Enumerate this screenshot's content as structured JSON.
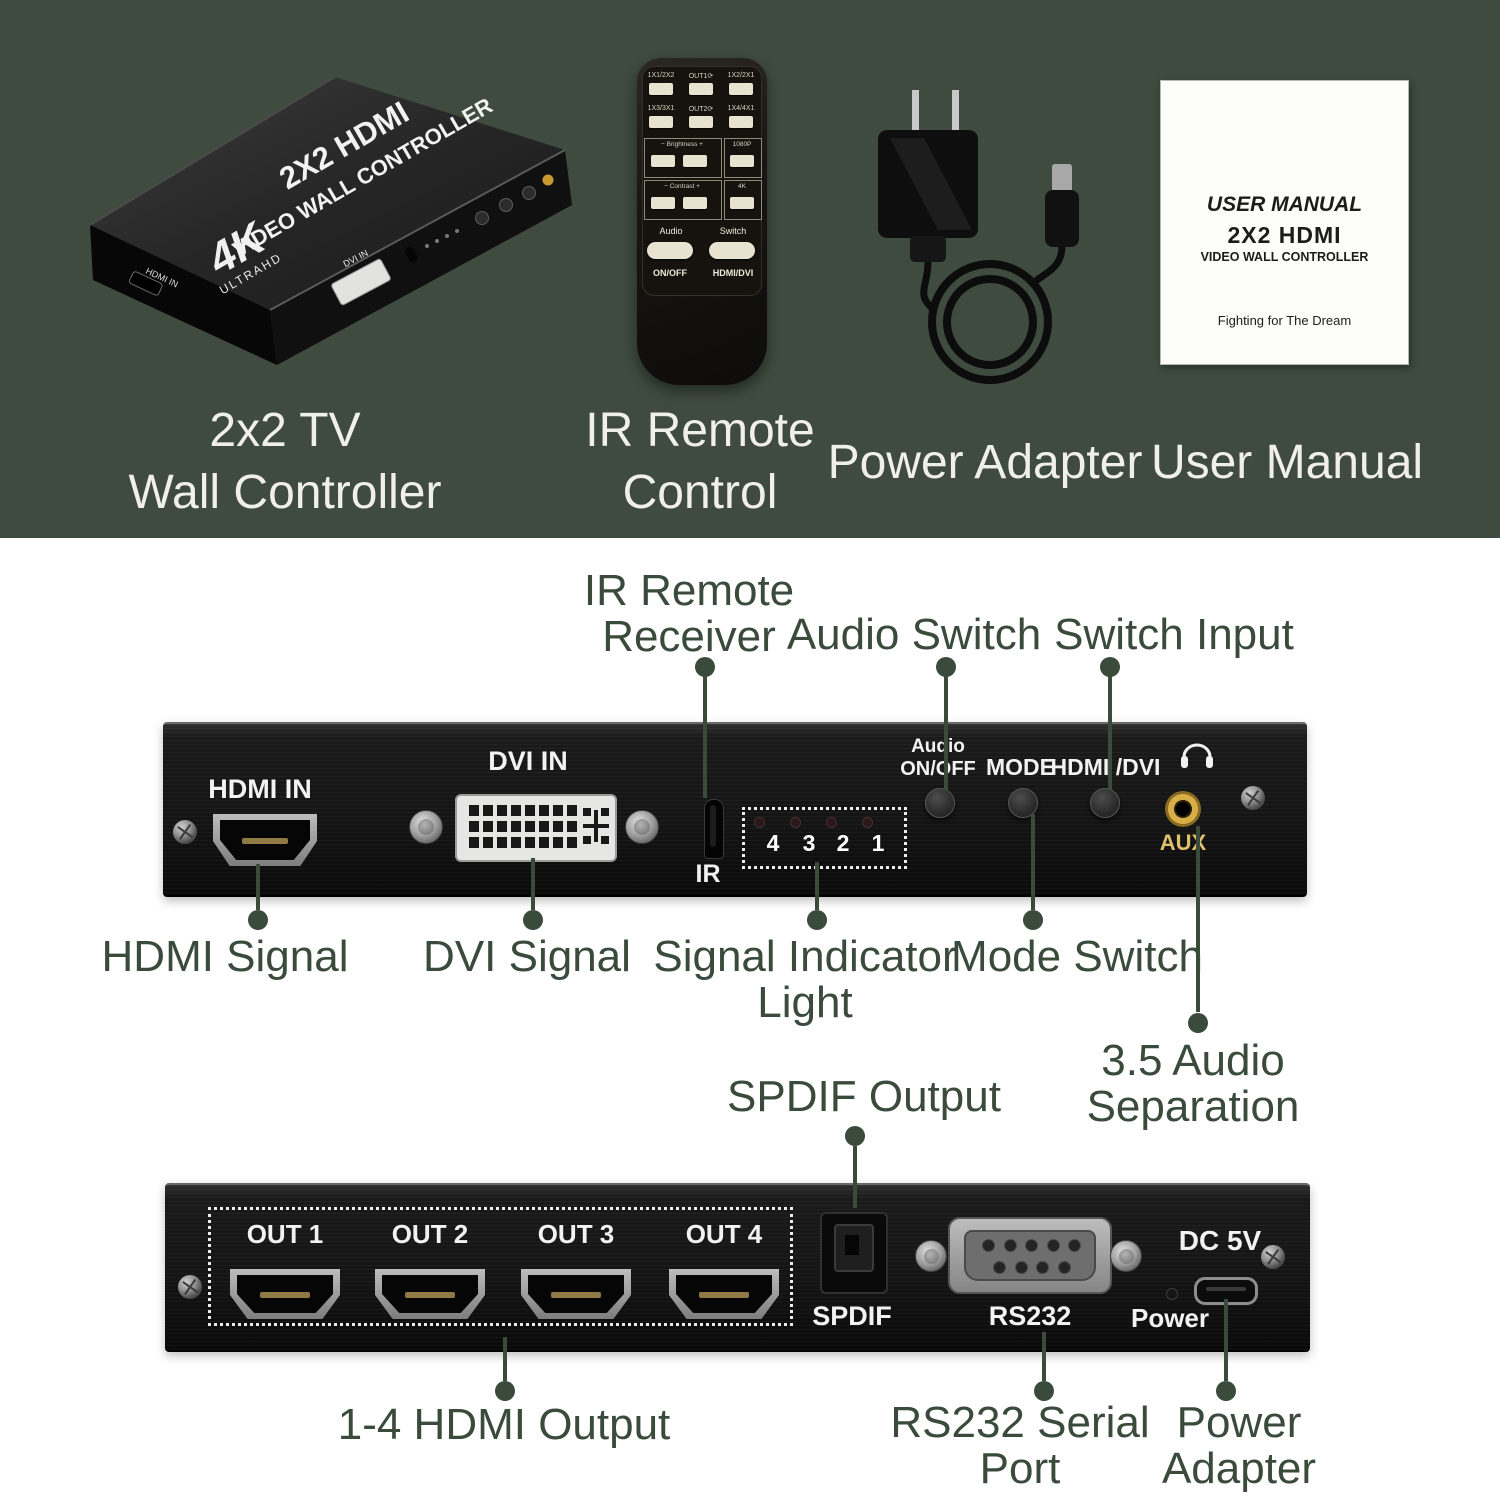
{
  "colors": {
    "bg_green": "#3e4b3e",
    "callout_green": "#3a4b3c",
    "caption_text": "#f0f0e8",
    "panel_black": "#141414",
    "aux_gold": "#d8ae46"
  },
  "top_section": {
    "device": {
      "badge_4k": "4K",
      "badge_ultra": "ULTRAHD",
      "top_line1": "2X2 HDMI",
      "top_line2": "VIDEO WALL CONTROLLER",
      "hdmi_in_small": "HDMI IN",
      "dvi_in_small": "DVI IN"
    },
    "remote": {
      "keys": [
        {
          "label": "1X1/2X2"
        },
        {
          "label": "OUT1⟳"
        },
        {
          "label": "1X2/2X1"
        },
        {
          "label": "1X3/3X1"
        },
        {
          "label": "OUT2⟳"
        },
        {
          "label": "1X4/4X1"
        }
      ],
      "brightness": "−  Brightness  +",
      "res1080": "1080P",
      "contrast": "−  Contrast  +",
      "res4k": "4K",
      "audio": "Audio",
      "switch": "Switch",
      "onoff": "ON/OFF",
      "hdmidvi": "HDMI/DVI"
    },
    "manual": {
      "title": "USER MANUAL",
      "subtitle": "2X2 HDMI",
      "subtitle2": "VIDEO WALL CONTROLLER",
      "tagline": "Fighting for The Dream"
    },
    "captions": {
      "controller": [
        "2x2 TV",
        "Wall Controller"
      ],
      "remote": [
        "IR Remote",
        "Control"
      ],
      "power": "Power Adapter",
      "manual": "User Manual"
    }
  },
  "front_panel": {
    "callouts_top": {
      "ir": [
        "IR Remote",
        "Receiver"
      ],
      "audio": "Audio Switch",
      "switch": "Switch Input"
    },
    "labels": {
      "hdmi_in": "HDMI IN",
      "dvi_in": "DVI IN",
      "ir": "IR",
      "indicators": [
        "4",
        "3",
        "2",
        "1"
      ],
      "audio_line1": "Audio",
      "audio_line2": "ON/OFF",
      "mode": "MODE",
      "hdmi_dvi": "HDMI /DVI",
      "aux": "AUX"
    },
    "callouts_bottom": {
      "hdmi": "HDMI Signal",
      "dvi": "DVI Signal",
      "indicator": [
        "Signal Indicator",
        "Light"
      ],
      "mode": "Mode Switch",
      "aux": [
        "3.5 Audio",
        "Separation"
      ]
    }
  },
  "back_panel": {
    "callout_spdif": "SPDIF Output",
    "labels": {
      "outs": [
        "OUT 1",
        "OUT 2",
        "OUT 3",
        "OUT 4"
      ],
      "spdif": "SPDIF",
      "rs232": "RS232",
      "power": "Power",
      "dc5v": "DC 5V"
    },
    "callouts_bottom": {
      "hdmi_out": "1-4 HDMI Output",
      "rs232": [
        "RS232 Serial",
        "Port"
      ],
      "power": [
        "Power",
        "Adapter"
      ]
    }
  }
}
